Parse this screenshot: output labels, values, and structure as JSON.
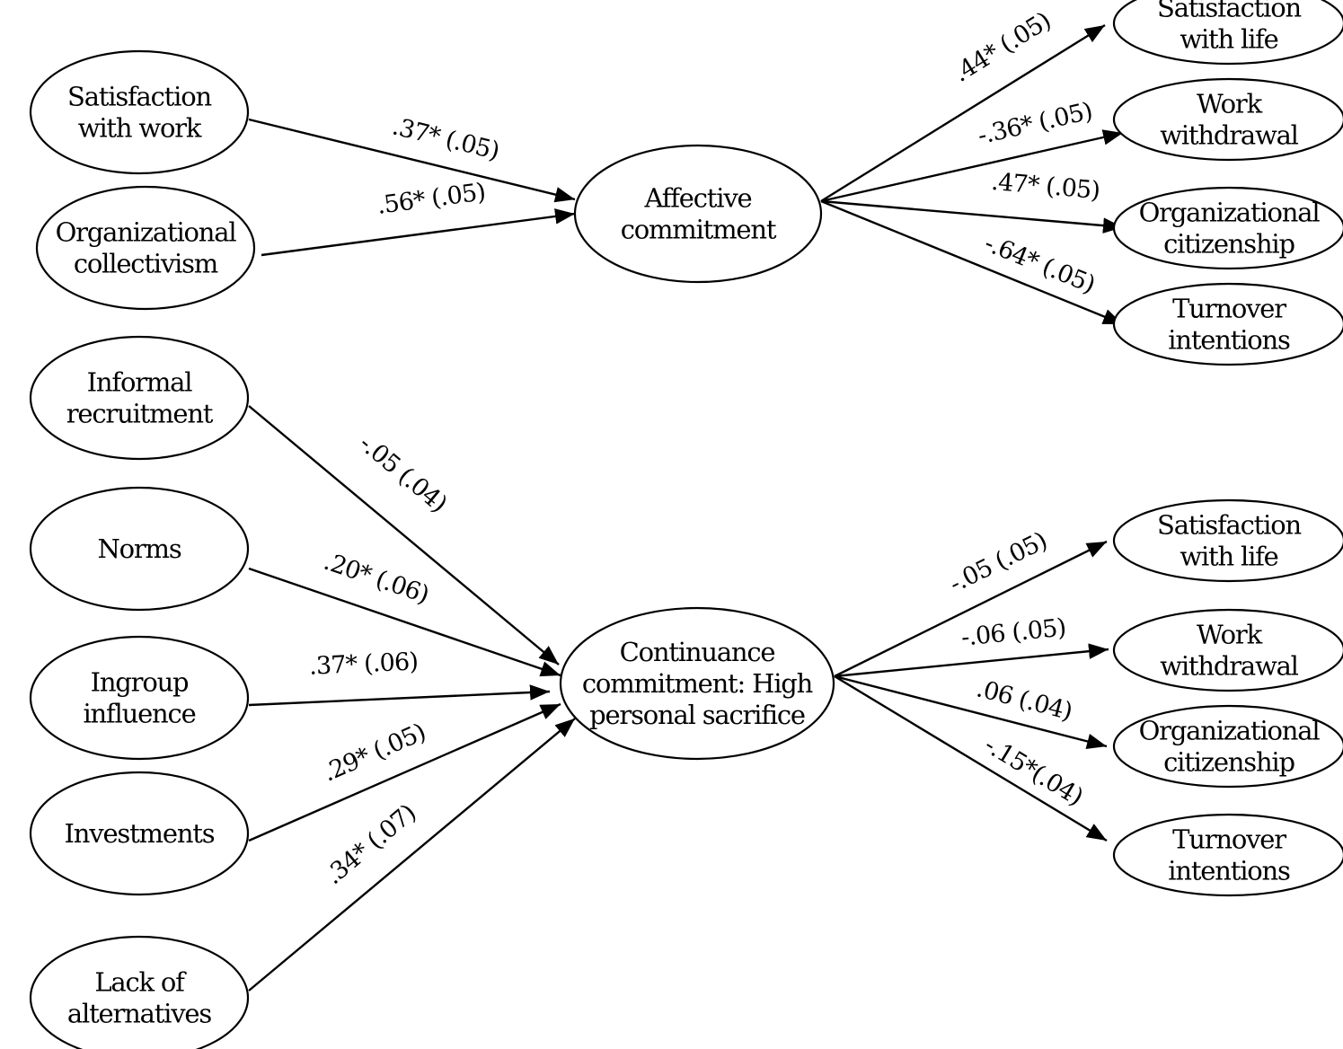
{
  "diagram": {
    "type": "path-model",
    "nodes": [
      {
        "id": "sat_work",
        "lines": [
          "Satisfaction",
          "with work"
        ]
      },
      {
        "id": "org_coll",
        "lines": [
          "Organizational",
          "collectivism"
        ]
      },
      {
        "id": "affective",
        "lines": [
          "Affective",
          "commitment"
        ]
      },
      {
        "id": "a_sat_life",
        "lines": [
          "Satisfaction",
          "with life"
        ]
      },
      {
        "id": "a_work_with",
        "lines": [
          "Work",
          "withdrawal"
        ]
      },
      {
        "id": "a_org_cit",
        "lines": [
          "Organizational",
          "citizenship"
        ]
      },
      {
        "id": "a_turnover",
        "lines": [
          "Turnover",
          "intentions"
        ]
      },
      {
        "id": "informal",
        "lines": [
          "Informal",
          "recruitment"
        ]
      },
      {
        "id": "norms",
        "lines": [
          "Norms"
        ]
      },
      {
        "id": "ingroup",
        "lines": [
          "Ingroup",
          "influence"
        ]
      },
      {
        "id": "investments",
        "lines": [
          "Investments"
        ]
      },
      {
        "id": "lack_alt",
        "lines": [
          "Lack of",
          "alternatives"
        ]
      },
      {
        "id": "continuance",
        "lines": [
          "Continuance",
          "commitment: High",
          "personal sacrifice"
        ]
      },
      {
        "id": "c_sat_life",
        "lines": [
          "Satisfaction",
          "with life"
        ]
      },
      {
        "id": "c_work_with",
        "lines": [
          "Work",
          "withdrawal"
        ]
      },
      {
        "id": "c_org_cit",
        "lines": [
          "Organizational",
          "citizenship"
        ]
      },
      {
        "id": "c_turnover",
        "lines": [
          "Turnover",
          "intentions"
        ]
      }
    ],
    "edges": [
      {
        "from": "sat_work",
        "to": "affective",
        "label": ".37* (.05)"
      },
      {
        "from": "org_coll",
        "to": "affective",
        "label": ".56* (.05)"
      },
      {
        "from": "affective",
        "to": "a_sat_life",
        "label": ".44* (.05)"
      },
      {
        "from": "affective",
        "to": "a_work_with",
        "label": "-.36* (.05)"
      },
      {
        "from": "affective",
        "to": "a_org_cit",
        "label": ".47* (.05)"
      },
      {
        "from": "affective",
        "to": "a_turnover",
        "label": "-.64* (.05)"
      },
      {
        "from": "informal",
        "to": "continuance",
        "label": "-.05 (.04)"
      },
      {
        "from": "norms",
        "to": "continuance",
        "label": ".20* (.06)"
      },
      {
        "from": "ingroup",
        "to": "continuance",
        "label": ".37* (.06)"
      },
      {
        "from": "investments",
        "to": "continuance",
        "label": ".29* (.05)"
      },
      {
        "from": "lack_alt",
        "to": "continuance",
        "label": ".34* (.07)"
      },
      {
        "from": "continuance",
        "to": "c_sat_life",
        "label": "-.05 (.05)"
      },
      {
        "from": "continuance",
        "to": "c_work_with",
        "label": "-.06 (.05)"
      },
      {
        "from": "continuance",
        "to": "c_org_cit",
        "label": ".06 (.04)"
      },
      {
        "from": "continuance",
        "to": "c_turnover",
        "label": "-.15*(.04)"
      }
    ]
  }
}
